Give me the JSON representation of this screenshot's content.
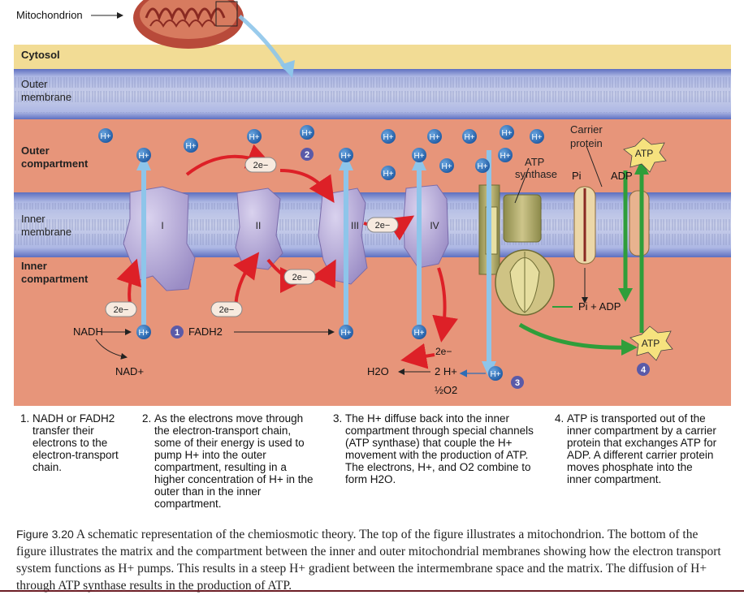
{
  "figure": {
    "mitochondrion_label": "Mitochondrion",
    "cytosol": "Cytosol",
    "outer_membrane": [
      "Outer",
      "membrane"
    ],
    "outer_compartment": [
      "Outer",
      "compartment"
    ],
    "inner_membrane": [
      "Inner",
      "membrane"
    ],
    "inner_compartment": [
      "Inner",
      "compartment"
    ],
    "complexes": [
      "I",
      "II",
      "III",
      "IV"
    ],
    "h_plus": "H+",
    "two_e": "2e−",
    "nadh": "NADH",
    "nad_plus": "NAD+",
    "fadh2": "FADH2",
    "h2o": "H2O",
    "two_h_plus": "2 H+",
    "half_o2": "½O2",
    "atp_synthase": [
      "ATP",
      "synthase"
    ],
    "carrier_protein": [
      "Carrier",
      "protein"
    ],
    "atp": "ATP",
    "adp": "ADP",
    "pi": "Pi",
    "pi_plus_adp": "Pi  + ADP",
    "step_markers": [
      "1",
      "2",
      "3",
      "4"
    ]
  },
  "steps": [
    {
      "num": "1.",
      "text": "NADH or FADH2 transfer their electrons to the electron-transport chain."
    },
    {
      "num": "2.",
      "text": "As the electrons move through the electron-transport chain, some of their energy is used to pump H+ into the outer compartment, resulting in a higher concentration of H+ in the outer than in the inner compartment."
    },
    {
      "num": "3.",
      "text": "The H+ diffuse back into the inner compartment through special channels (ATP synthase) that couple the H+ movement with the production of ATP. The electrons, H+, and O2 combine to form H2O."
    },
    {
      "num": "4.",
      "text": "ATP is transported out of the inner compartment by a carrier protein that exchanges ATP for ADP. A different carrier protein moves phosphate into the inner compartment."
    }
  ],
  "caption": {
    "label": "Figure 3.20",
    "text": "A schematic representation of the chemiosmotic theory. The top of the figure illustrates a mitochondrion. The bottom of the figure illustrates the matrix and the compartment between the inner and outer mitochondrial membranes showing how the electron transport system functions as H+ pumps. This results in a steep H+ gradient between the intermembrane space and the matrix. The diffusion of H+ through ATP synthase results in the production of ATP."
  },
  "colors": {
    "cytosol": "#f2dc95",
    "compartment": "#e7957a",
    "membrane_head": "#7f8fd0",
    "protein": "#b9aed8",
    "h_ion": "#2d6db6",
    "red_arrow": "#dd2027",
    "blue_arrow": "#8ec5ea",
    "green_arrow": "#2f9e3a",
    "synthase": "#b7ad6a",
    "atp_star": "#f6e27e",
    "marker": "#5a5aa8",
    "caption_rule": "#6c1d25"
  }
}
